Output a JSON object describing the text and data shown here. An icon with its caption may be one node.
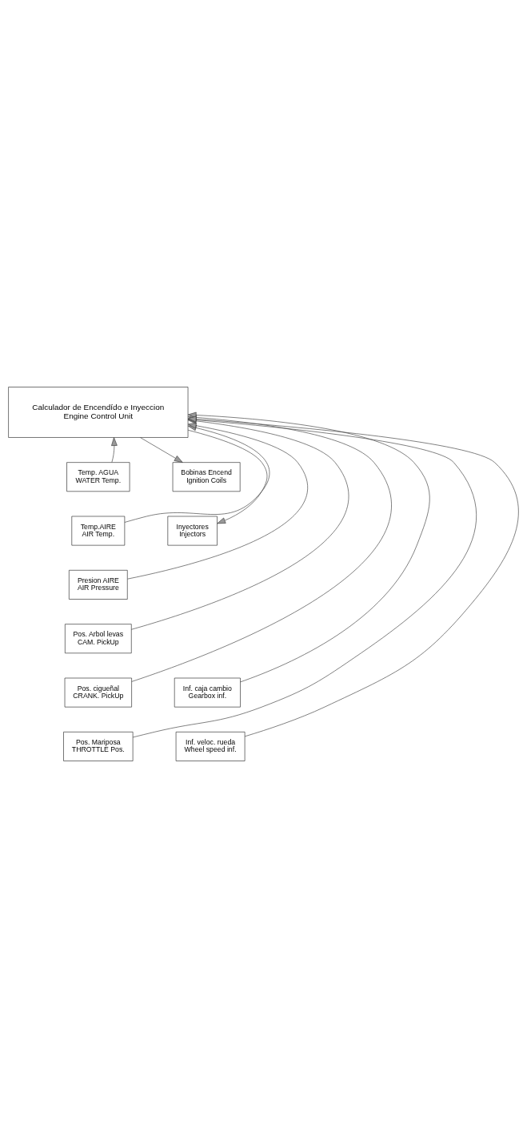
{
  "diagram": {
    "nodes": [
      {
        "text": [
          "Calculador de Encendído e Inyeccion",
          "Engine Control Unit"
        ]
      },
      {
        "text": [
          "Temp. AGUA",
          "WATER Temp."
        ]
      },
      {
        "text": [
          "Bobinas Encend",
          "Ignition Coils"
        ]
      },
      {
        "text": [
          "Temp.AIRE",
          "AIR Temp."
        ]
      },
      {
        "text": [
          "Inyectores",
          "Injectors"
        ]
      },
      {
        "text": [
          "Presion AIRE",
          "AIR Pressure"
        ]
      },
      {
        "text": [
          "Pos. Arbol levas",
          "CAM. PickUp"
        ]
      },
      {
        "text": [
          "Pos. cigueñal",
          "CRANK. PickUp"
        ]
      },
      {
        "text": [
          "Inf. caja cambio",
          "Gearbox inf."
        ]
      },
      {
        "text": [
          "Pos. Mariposa",
          "THROTTLE Pos."
        ]
      },
      {
        "text": [
          "Inf. veloc. rueda",
          "Wheel speed inf."
        ]
      }
    ],
    "edges": [
      {
        "from": 1,
        "to": 0,
        "arrow": "to"
      },
      {
        "from": 3,
        "to": 0,
        "arrow": "to"
      },
      {
        "from": 5,
        "to": 0,
        "arrow": "to"
      },
      {
        "from": 6,
        "to": 0,
        "arrow": "to"
      },
      {
        "from": 7,
        "to": 0,
        "arrow": "to"
      },
      {
        "from": 8,
        "to": 0,
        "arrow": "to"
      },
      {
        "from": 9,
        "to": 0,
        "arrow": "to"
      },
      {
        "from": 10,
        "to": 0,
        "arrow": "to"
      },
      {
        "from": 0,
        "to": 2,
        "arrow": "to"
      },
      {
        "from": 0,
        "to": 4,
        "arrow": "to"
      }
    ]
  }
}
